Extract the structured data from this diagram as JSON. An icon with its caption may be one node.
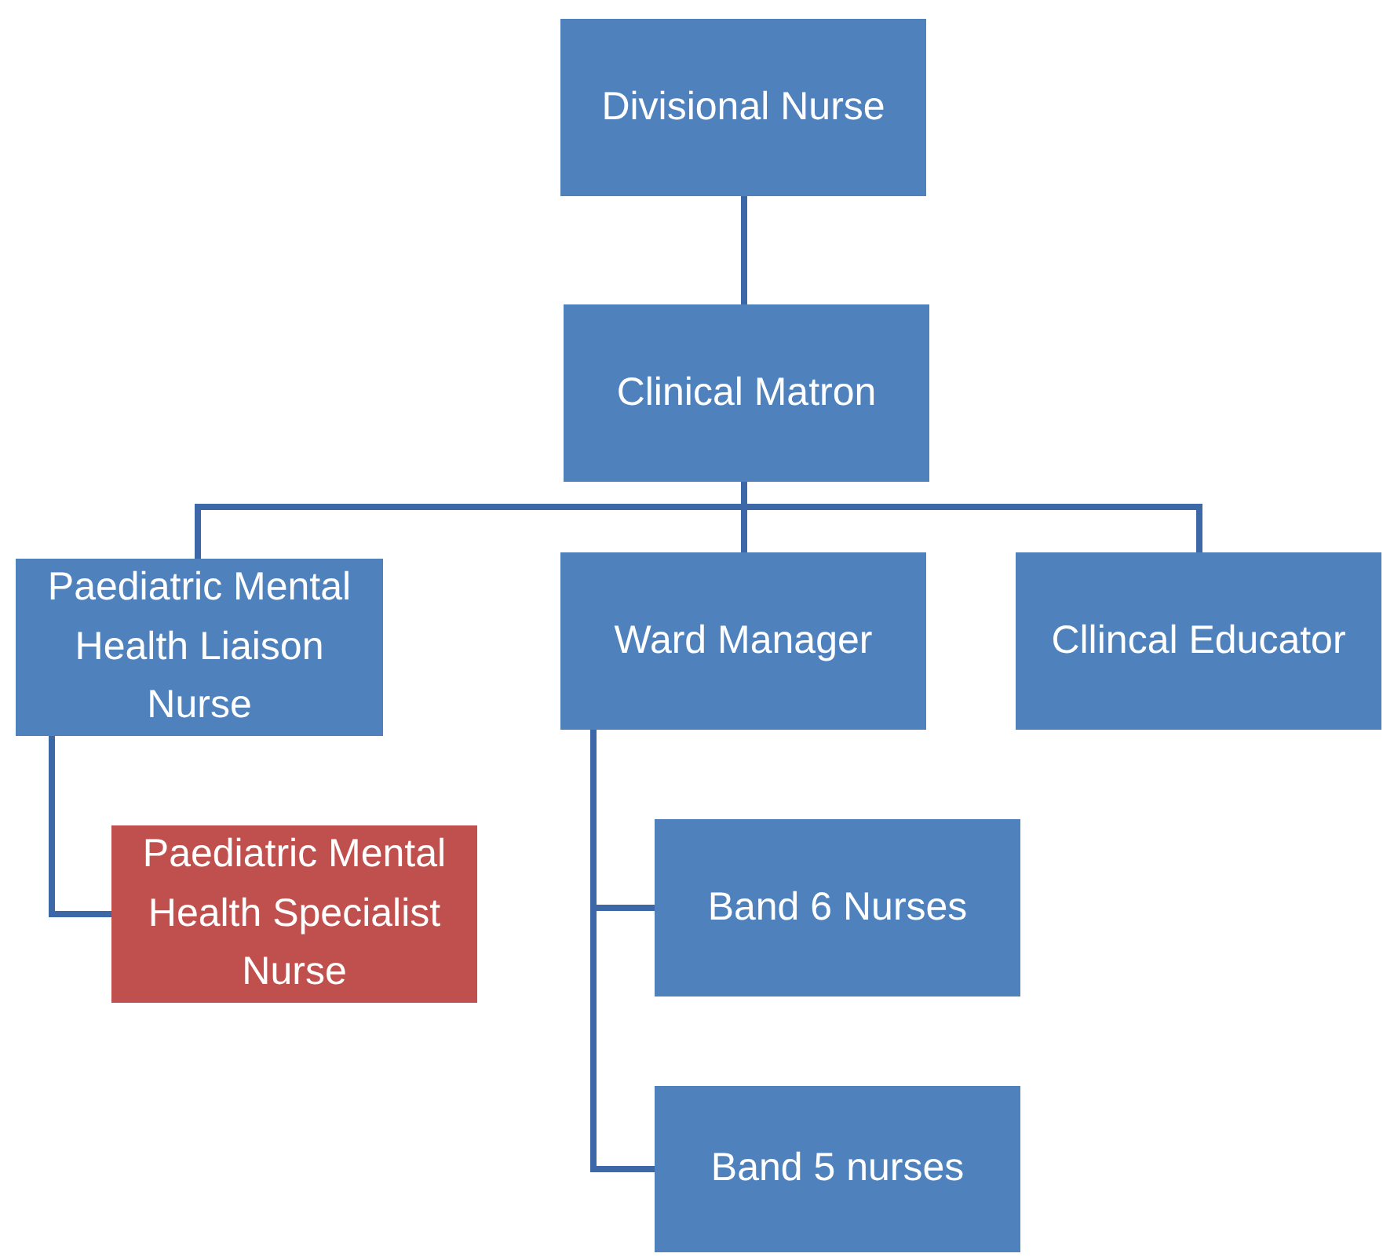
{
  "diagram": {
    "nodes": [
      {
        "text": [
          "Divisional Nurse"
        ]
      },
      {
        "text": [
          "Clinical Matron"
        ]
      },
      {
        "text": [
          "Paediatric Mental Health Liaison Nurse"
        ]
      },
      {
        "text": [
          "Ward Manager"
        ]
      },
      {
        "text": [
          "Cllincal Educator"
        ]
      },
      {
        "text": [
          "Paediatric Mental Health Specialist Nurse"
        ]
      },
      {
        "text": [
          "Band 6 Nurses"
        ]
      },
      {
        "text": [
          "Band 5 nurses"
        ]
      }
    ],
    "edges": [
      {
        "from": 0,
        "to": 1,
        "arrow": "none"
      },
      {
        "from": 1,
        "to": 2,
        "arrow": "none"
      },
      {
        "from": 1,
        "to": 3,
        "arrow": "none"
      },
      {
        "from": 1,
        "to": 4,
        "arrow": "none"
      },
      {
        "from": 2,
        "to": 5,
        "arrow": "none"
      },
      {
        "from": 3,
        "to": 6,
        "arrow": "none"
      },
      {
        "from": 3,
        "to": 7,
        "arrow": "none"
      }
    ]
  }
}
